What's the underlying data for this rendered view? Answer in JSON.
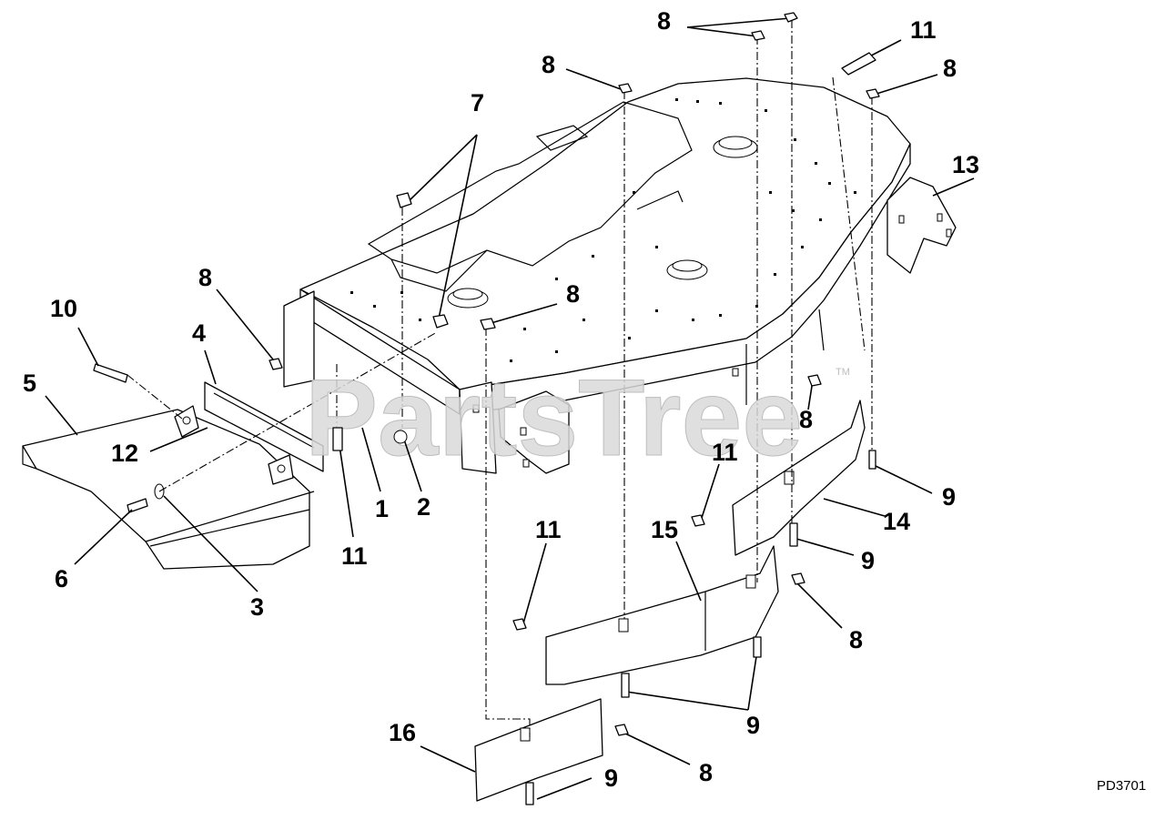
{
  "figure": {
    "watermark": "PartsTree",
    "watermark_mark": "TM",
    "drawing_code": "PD3701"
  },
  "callouts": [
    {
      "id": "c-8-a",
      "label": "8"
    },
    {
      "id": "c-11-a",
      "label": "11"
    },
    {
      "id": "c-8-b",
      "label": "8"
    },
    {
      "id": "c-8-c",
      "label": "8"
    },
    {
      "id": "c-7",
      "label": "7"
    },
    {
      "id": "c-13",
      "label": "13"
    },
    {
      "id": "c-8-d",
      "label": "8"
    },
    {
      "id": "c-8-e",
      "label": "8"
    },
    {
      "id": "c-10",
      "label": "10"
    },
    {
      "id": "c-4",
      "label": "4"
    },
    {
      "id": "c-5",
      "label": "5"
    },
    {
      "id": "c-12",
      "label": "12"
    },
    {
      "id": "c-1",
      "label": "1"
    },
    {
      "id": "c-2",
      "label": "2"
    },
    {
      "id": "c-11-b",
      "label": "11"
    },
    {
      "id": "c-6",
      "label": "6"
    },
    {
      "id": "c-3",
      "label": "3"
    },
    {
      "id": "c-8-f",
      "label": "8"
    },
    {
      "id": "c-11-c",
      "label": "11"
    },
    {
      "id": "c-9-a",
      "label": "9"
    },
    {
      "id": "c-14",
      "label": "14"
    },
    {
      "id": "c-11-d",
      "label": "11"
    },
    {
      "id": "c-15",
      "label": "15"
    },
    {
      "id": "c-9-b",
      "label": "9"
    },
    {
      "id": "c-8-g",
      "label": "8"
    },
    {
      "id": "c-9-c",
      "label": "9"
    },
    {
      "id": "c-16",
      "label": "16"
    },
    {
      "id": "c-8-h",
      "label": "8"
    },
    {
      "id": "c-9-d",
      "label": "9"
    }
  ]
}
